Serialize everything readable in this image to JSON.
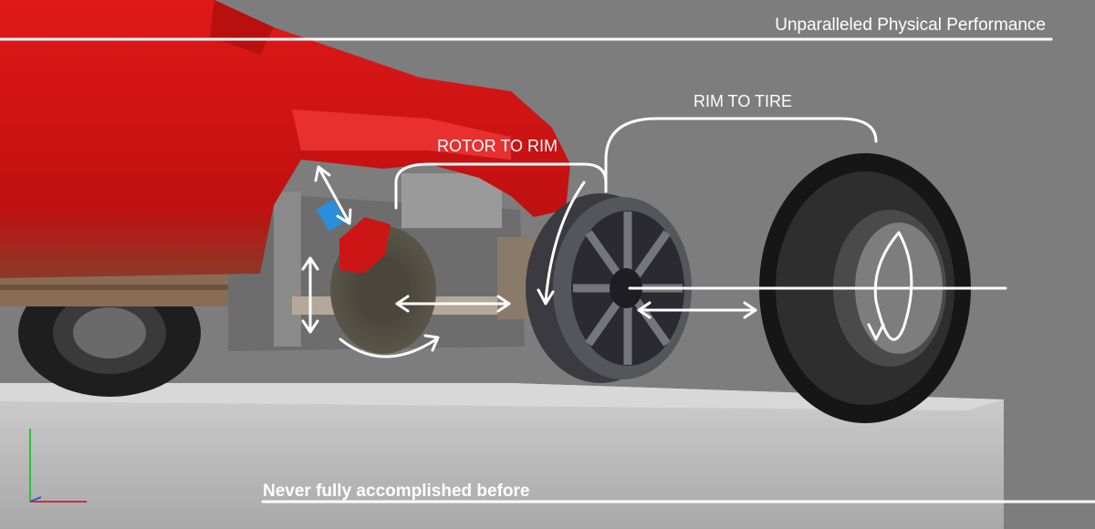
{
  "header": {
    "title": "Unparalleled Physical Performance"
  },
  "footer": {
    "text": "Never fully accomplished before"
  },
  "labels": {
    "rim_to_tire": "RIM TO TIRE",
    "rotor_to_rim": "ROTOR TO RIM"
  },
  "colors": {
    "background": "#7d7d7d",
    "car_body": "#d01414",
    "caliper": "#cc1616",
    "annotation": "#ffffff",
    "axis_x": "#d03030",
    "axis_y": "#30c030"
  }
}
